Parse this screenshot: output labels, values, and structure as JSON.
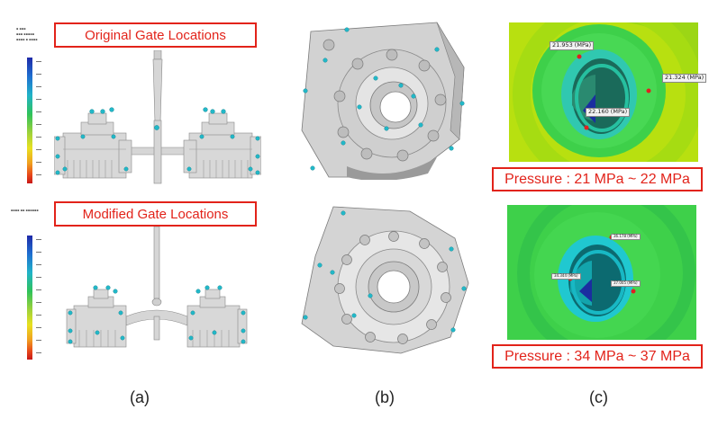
{
  "panel_a": {
    "top_title": "Original Gate Locations",
    "bottom_title": "Modified Gate Locations",
    "caption": "(a)",
    "scale_colors": [
      "#1f2aa8",
      "#1f6fd0",
      "#21b3c8",
      "#2fc25a",
      "#9fd23a",
      "#e8e020",
      "#f0a020",
      "#e84a1a",
      "#c81818"
    ]
  },
  "panel_b": {
    "caption": "(b)"
  },
  "panel_c": {
    "top": {
      "pressure_text": "Pressure : 21 MPa ~ 22 MPa",
      "labels": [
        "21.953 (MPa)",
        "21.324 (MPa)",
        "22.160 (MPa)"
      ]
    },
    "bottom": {
      "pressure_text": "Pressure : 34 MPa ~ 37 MPa",
      "labels": [
        "36.178 (MPa)",
        "34.344 (MPa)",
        "37.005 (MPa)"
      ]
    },
    "caption": "(c)"
  },
  "colors": {
    "accent_red": "#e2231a",
    "gate_marker": "#22b8c8",
    "part_gray": "#d4d4d4",
    "sim_green": "#3ed04a",
    "sim_yellow": "#b8e010",
    "sim_cyan": "#20c8d0"
  }
}
